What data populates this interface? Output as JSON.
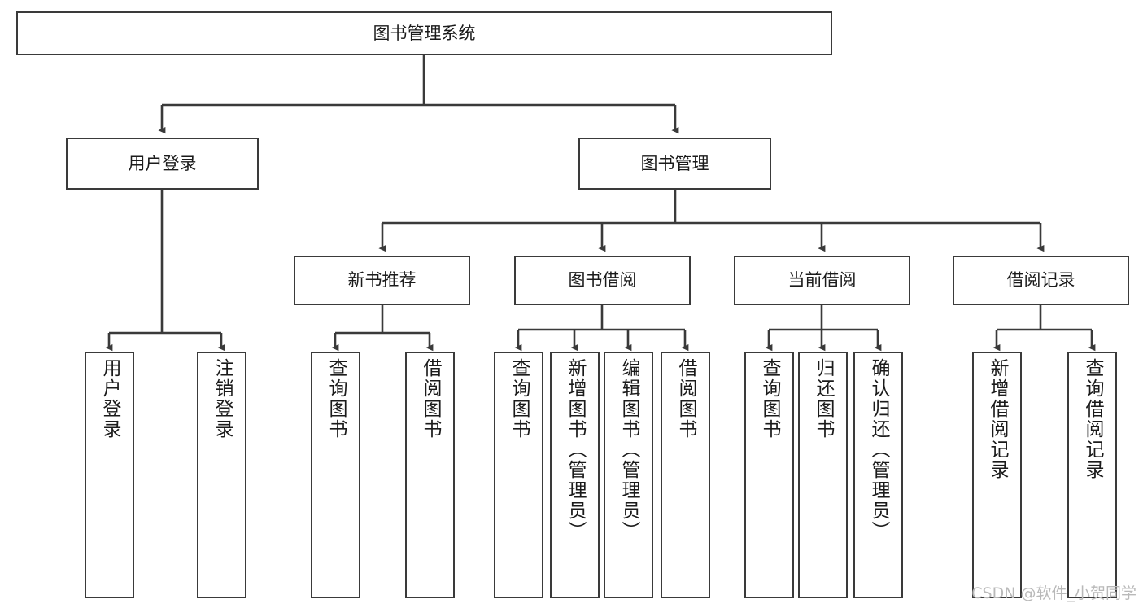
{
  "diagram": {
    "type": "tree-hierarchy-chart",
    "title": "图书管理系统",
    "colors": {
      "background": "#ffffff",
      "node_border": "#3a3a3a",
      "node_fill": "#ffffff",
      "edge": "#3a3a3a",
      "text": "#1b1b1b",
      "watermark": "#b9b9b9"
    },
    "levels": {
      "level0": [
        "root"
      ],
      "level1": [
        "user-login",
        "book-management"
      ],
      "level2": [
        "new-book-recommend",
        "book-borrow",
        "current-borrow",
        "borrow-record"
      ],
      "level3": "leaf function nodes"
    },
    "nodes": {
      "root": {
        "label": "图书管理系统"
      },
      "user_login": {
        "label": "用户登录"
      },
      "book_management": {
        "label": "图书管理"
      },
      "new_book_recommend": {
        "label": "新书推荐"
      },
      "book_borrow": {
        "label": "图书借阅"
      },
      "current_borrow": {
        "label": "当前借阅"
      },
      "borrow_record": {
        "label": "借阅记录"
      }
    },
    "leaves": {
      "user_login": [
        {
          "label": "用户登录"
        },
        {
          "label": "注销登录"
        }
      ],
      "new_book_recommend": [
        {
          "label": "查询图书"
        },
        {
          "label": "借阅图书"
        }
      ],
      "book_borrow": [
        {
          "label": "查询图书"
        },
        {
          "label": "新增图书（管理员）"
        },
        {
          "label": "编辑图书（管理员）"
        },
        {
          "label": "借阅图书"
        }
      ],
      "current_borrow": [
        {
          "label": "查询图书"
        },
        {
          "label": "归还图书"
        },
        {
          "label": "确认归还（管理员）"
        }
      ],
      "borrow_record": [
        {
          "label": "新增借阅记录"
        },
        {
          "label": "查询借阅记录"
        }
      ]
    },
    "watermark": "CSDN @软件_小贺同学"
  }
}
